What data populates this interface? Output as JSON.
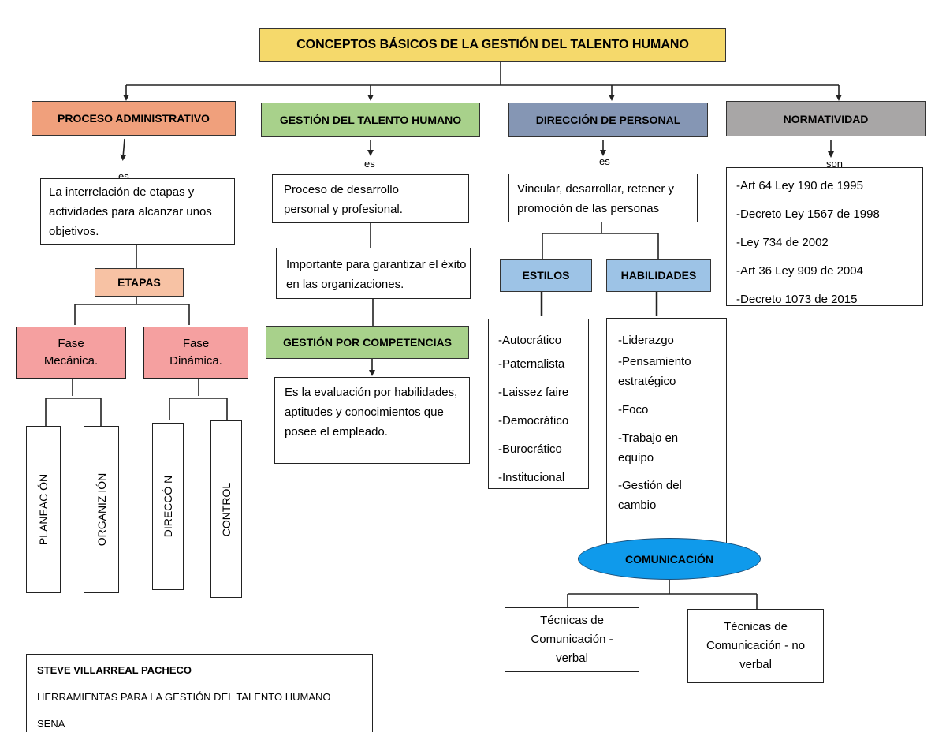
{
  "title": "CONCEPTOS BÁSICOS DE LA GESTIÓN DEL TALENTO HUMANO",
  "colors": {
    "title_bg": "#f5d96b",
    "proceso_bg": "#f0a07c",
    "gestion_bg": "#a8d18b",
    "direccion_bg": "#8596b4",
    "normatividad_bg": "#a8a6a6",
    "etapas_bg": "#f7c2a4",
    "fase_bg": "#f5a0a0",
    "competencias_bg": "#a8d18b",
    "estilos_bg": "#9dc3e6",
    "comunicacion_bg": "#0f9aeb"
  },
  "proceso": {
    "header": "PROCESO  ADMINISTRATIVO",
    "connector": "es",
    "definition": "La interrelación de etapas y actividades para alcanzar unos objetivos.",
    "etapas": "ETAPAS",
    "fase_mecanica": [
      "Fase",
      "Mecánica."
    ],
    "fase_dinamica": [
      "Fase",
      "Dinámica."
    ],
    "planeacion": "PLANEAC ÓN",
    "organizacion": "ORGANIZ IÓN",
    "direccion": "DIRECCÓ N",
    "control": "CONTROL"
  },
  "gestion": {
    "header": "GESTIÓN DEL TALENTO HUMANO",
    "connector": "es",
    "definition": "Proceso de desarrollo personal y profesional.",
    "importance": "Importante para garantizar el éxito en las organizaciones.",
    "competencias": "GESTIÓN POR COMPETENCIAS",
    "competencias_def": "Es la evaluación por habilidades, aptitudes y conocimientos que posee el empleado."
  },
  "direccion": {
    "header": "DIRECCIÓN DE PERSONAL",
    "connector": "es",
    "definition": "Vincular, desarrollar, retener y promoción de las personas",
    "estilos": "ESTILOS",
    "habilidades": "HABILIDADES",
    "estilos_list": [
      "-Autocrático",
      "-Paternalista",
      "-Laissez faire",
      "-Democrático",
      "-Burocrático",
      "-Institucional"
    ],
    "habilidades_list": [
      "-Liderazgo",
      "-Pensamiento estratégico",
      "-Foco",
      "-Trabajo en equipo",
      "-Gestión del cambio"
    ],
    "comunicacion": "COMUNICACIÓN",
    "verbal": "Técnicas de Comunicación - verbal",
    "no_verbal": "Técnicas de Comunicación - no verbal"
  },
  "normatividad": {
    "header": "NORMATIVIDAD",
    "connector": "son",
    "items": [
      "-Art 64 Ley 190 de 1995",
      "-Decreto Ley 1567 de 1998",
      "-Ley 734 de 2002",
      "-Art 36 Ley 909 de 2004",
      "-Decreto 1073 de 2015"
    ]
  },
  "footer": {
    "author": "STEVE VILLARREAL PACHECO",
    "course": "HERRAMIENTAS PARA LA GESTIÓN DEL TALENTO HUMANO",
    "institution": "SENA"
  }
}
